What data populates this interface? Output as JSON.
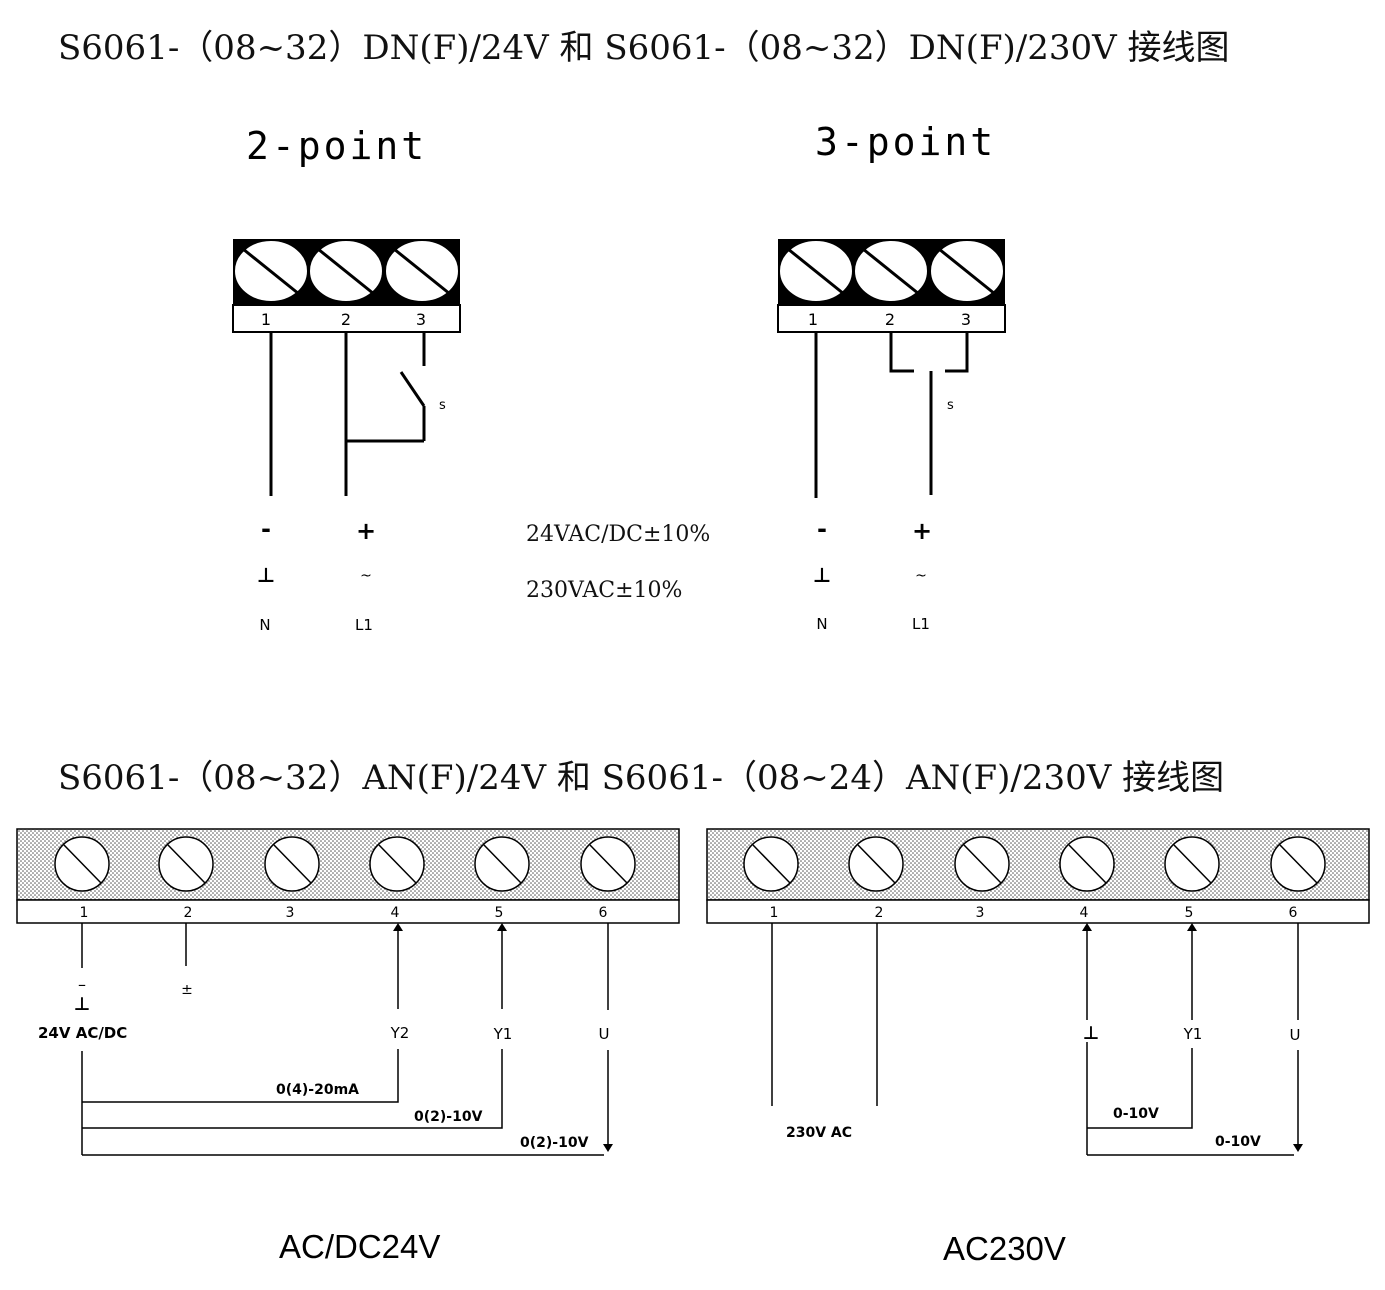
{
  "titles": {
    "top": "S6061-（08~32）DN(F)/24V 和 S6061-（08~32）DN(F)/230V 接线图",
    "bottom": "S6061-（08~32）AN(F)/24V 和 S6061-（08~24）AN(F)/230V 接线图"
  },
  "two_point": {
    "heading": "2-point",
    "terminals": [
      "1",
      "2",
      "3"
    ],
    "switch_label": "s",
    "col1": {
      "sign": "-",
      "symbol": "⊥",
      "label": "N"
    },
    "col2": {
      "sign": "+",
      "symbol": "~",
      "label": "L1"
    }
  },
  "three_point": {
    "heading": "3-point",
    "terminals": [
      "1",
      "2",
      "3"
    ],
    "switch_label": "s",
    "col1": {
      "sign": "-",
      "symbol": "⊥",
      "label": "N"
    },
    "col2": {
      "sign": "+",
      "symbol": "~",
      "label": "L1"
    }
  },
  "supply": {
    "low": "24VAC/DC±10%",
    "high": "230VAC±10%"
  },
  "ac_dc_24": {
    "caption": "AC/DC24V",
    "terminals": [
      "1",
      "2",
      "3",
      "4",
      "5",
      "6"
    ],
    "t1_sign": "–",
    "t2_sign": "±",
    "supply_label": "24V AC/DC",
    "y2_label": "Y2",
    "y1_label": "Y1",
    "u_label": "U",
    "line1": "0(4)-20mA",
    "line2": "0(2)-10V",
    "line3": "0(2)-10V"
  },
  "ac_230": {
    "caption": "AC230V",
    "terminals": [
      "1",
      "2",
      "3",
      "4",
      "5",
      "6"
    ],
    "supply_label": "230V AC",
    "y1_label": "Y1",
    "u_label": "U",
    "line1": "0-10V",
    "line2": "0-10V"
  }
}
